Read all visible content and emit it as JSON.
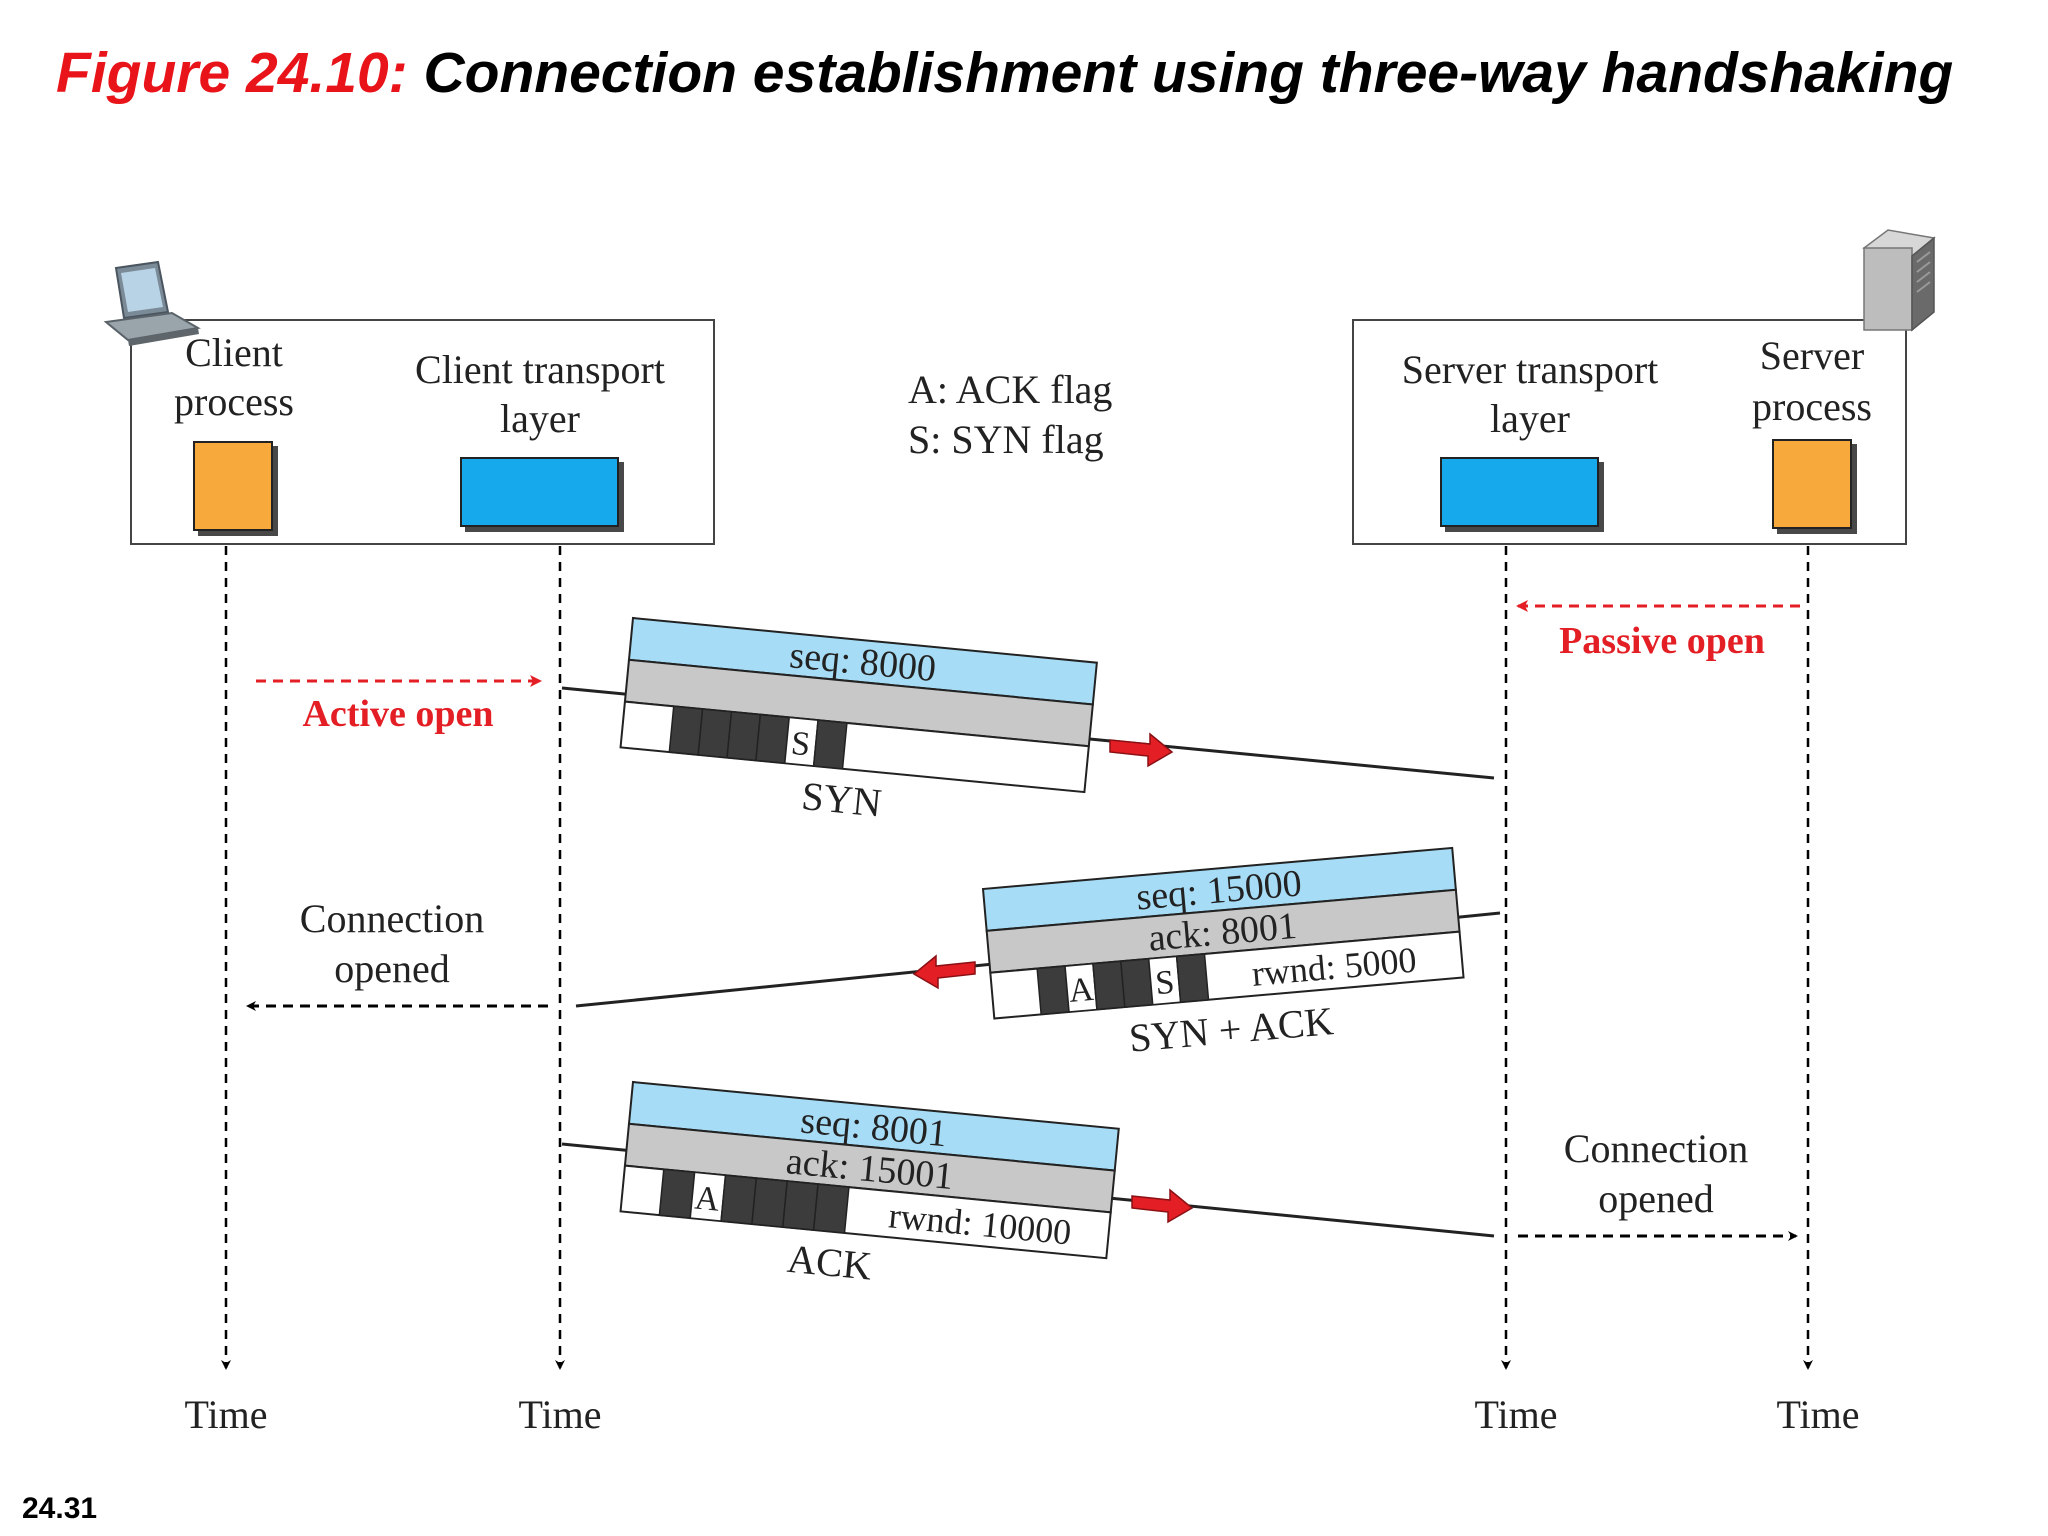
{
  "title": {
    "figure_label": "Figure 24.10:",
    "text": "Connection establishment using three-way handshaking"
  },
  "page_number": "24.31",
  "colors": {
    "title_red": "#e8141a",
    "process_orange": "#f7a93a",
    "transport_blue": "#15a9ec",
    "header_light_blue": "#a6dcf5",
    "header_gray": "#c8c8c8",
    "flag_dark": "#3c3c3c",
    "arrow_red": "#e31e24"
  },
  "client": {
    "process_label": [
      "Client",
      "process"
    ],
    "transport_label": [
      "Client transport",
      "layer"
    ],
    "icon": "laptop-icon"
  },
  "server": {
    "transport_label": [
      "Server transport",
      "layer"
    ],
    "process_label": [
      "Server",
      "process"
    ],
    "icon": "server-tower-icon"
  },
  "legend": {
    "ack": "A: ACK flag",
    "syn": "S: SYN flag"
  },
  "events": {
    "active_open": "Active open",
    "passive_open": "Passive open",
    "client_opened": [
      "Connection",
      "opened"
    ],
    "server_opened": [
      "Connection",
      "opened"
    ]
  },
  "segments": {
    "syn": {
      "seq": "seq: 8000",
      "flag_letter": "S",
      "name": "SYN"
    },
    "syn_ack": {
      "seq": "seq: 15000",
      "ack": "ack: 8001",
      "flag_a": "A",
      "flag_s": "S",
      "rwnd": "rwnd: 5000",
      "name": "SYN + ACK"
    },
    "ack": {
      "seq": "seq: 8001",
      "ack": "ack: 15001",
      "flag_a": "A",
      "rwnd": "rwnd: 10000",
      "name": "ACK"
    }
  },
  "timelines": {
    "time_label": "Time"
  }
}
